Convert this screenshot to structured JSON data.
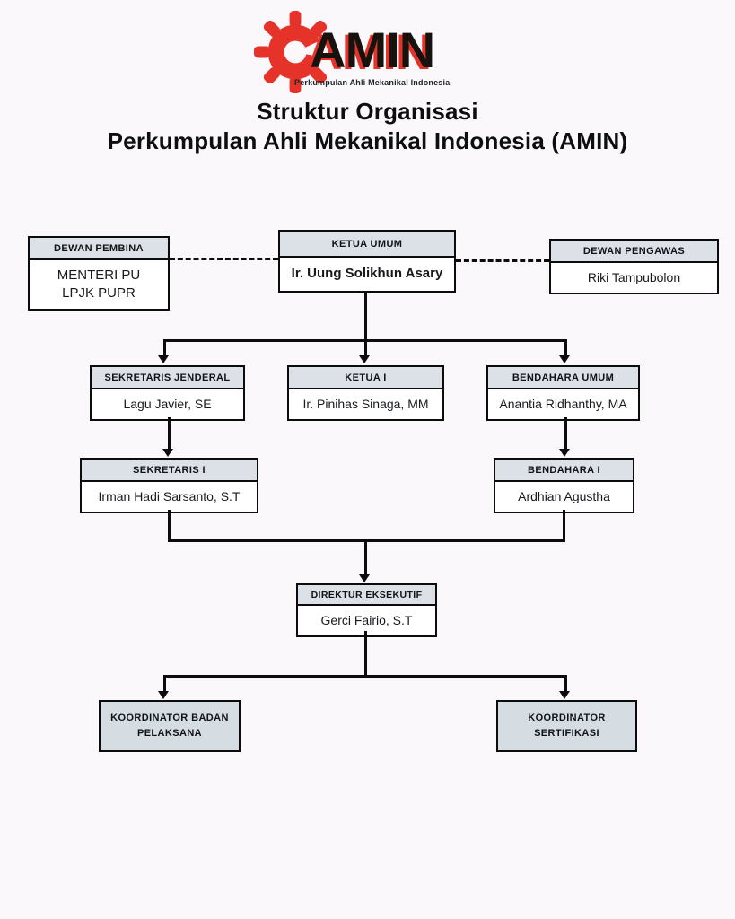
{
  "colors": {
    "page-bg": "#faf8fb",
    "accent": "#e6332a",
    "header-bg": "#dbe1e7",
    "solid-bg": "#d6dde2",
    "line": "#0c0c0c"
  },
  "logo": {
    "word": "AMIN",
    "tagline": "Perkumpulan Ahli Mekanikal Indonesia",
    "gear_icon": "gear-icon"
  },
  "title": {
    "line1": "Struktur Organisasi",
    "line2": "Perkumpulan Ahli Mekanikal Indonesia (AMIN)"
  },
  "org": {
    "nodes": [
      {
        "role": "DEWAN PEMBINA",
        "person": "MENTERI PU\nLPJK PUPR"
      },
      {
        "role": "KETUA UMUM",
        "person": "Ir. Uung Solikhun Asary"
      },
      {
        "role": "DEWAN PENGAWAS",
        "person": "Riki Tampubolon"
      },
      {
        "role": "SEKRETARIS JENDERAL",
        "person": "Lagu Javier, SE"
      },
      {
        "role": "KETUA I",
        "person": "Ir. Pinihas Sinaga, MM"
      },
      {
        "role": "BENDAHARA UMUM",
        "person": "Anantia Ridhanthy, MA"
      },
      {
        "role": "SEKRETARIS I",
        "person": "Irman Hadi Sarsanto, S.T"
      },
      {
        "role": "BENDAHARA I",
        "person": "Ardhian Agustha"
      },
      {
        "role": "DIREKTUR EKSEKUTIF",
        "person": "Gerci Fairio, S.T"
      },
      {
        "role": "KOORDINATOR BADAN\nPELAKSANA"
      },
      {
        "role": "KOORDINATOR\nSERTIFIKASI"
      }
    ]
  }
}
